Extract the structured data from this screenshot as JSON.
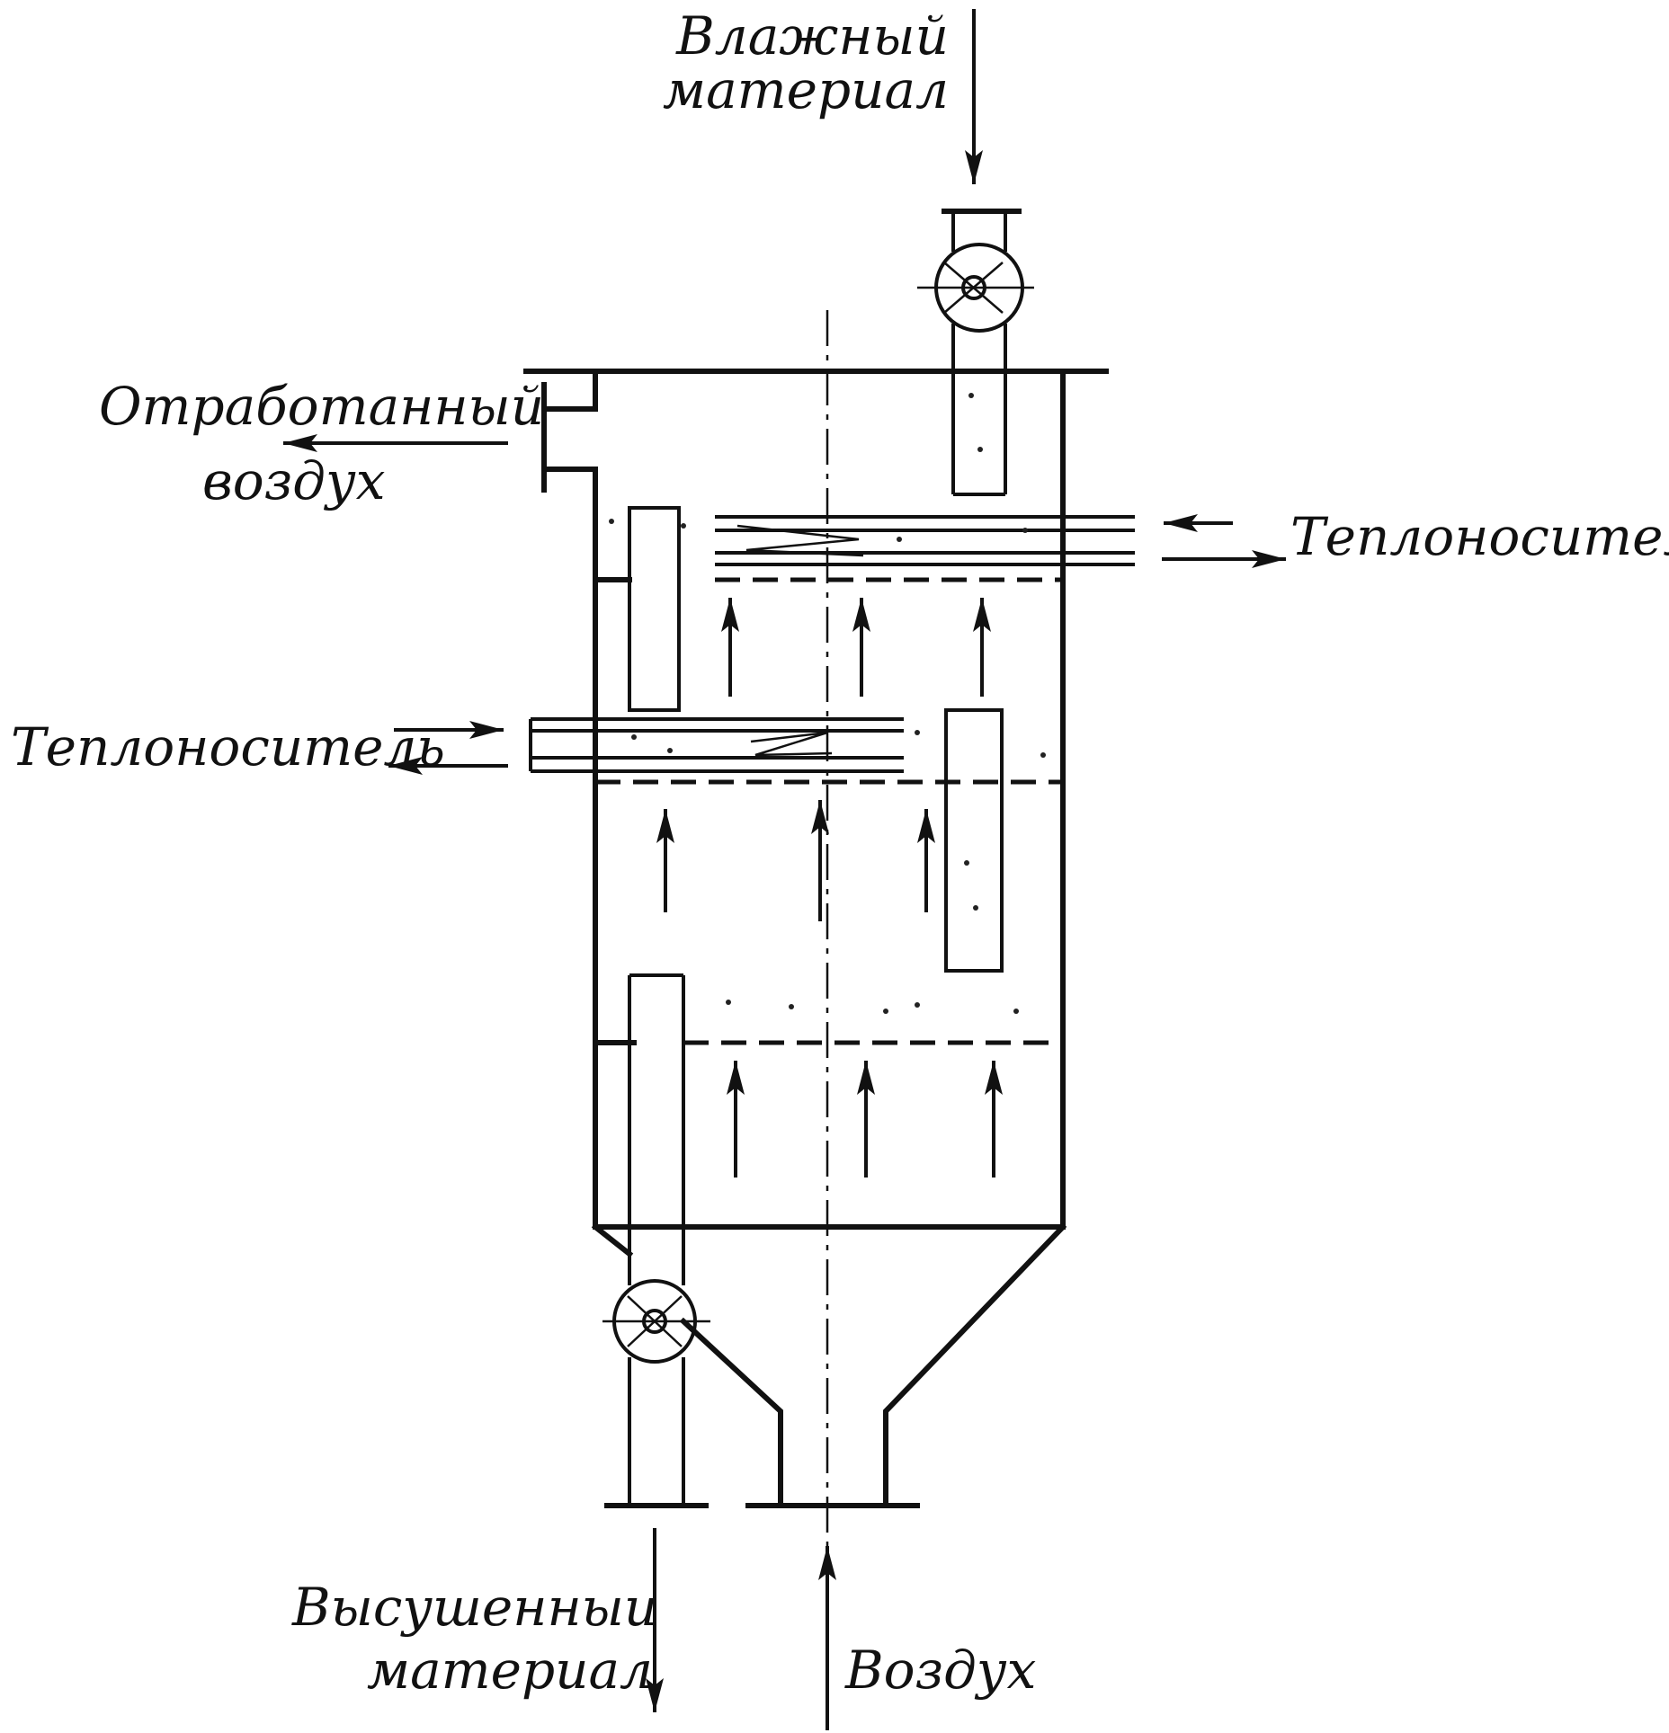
{
  "labels": {
    "wet_material": [
      "Влажный",
      "материал"
    ],
    "exhaust_air": [
      "Отработанный",
      "воздух"
    ],
    "heat_carrier_upper": "Теплоноситель",
    "heat_carrier_lower": "Теплоноситель",
    "dried_material": [
      "Высушенныи",
      "материал"
    ],
    "air_inlet": "Воздух"
  },
  "colors": {
    "ink": "#111111",
    "background": "#ffffff"
  }
}
